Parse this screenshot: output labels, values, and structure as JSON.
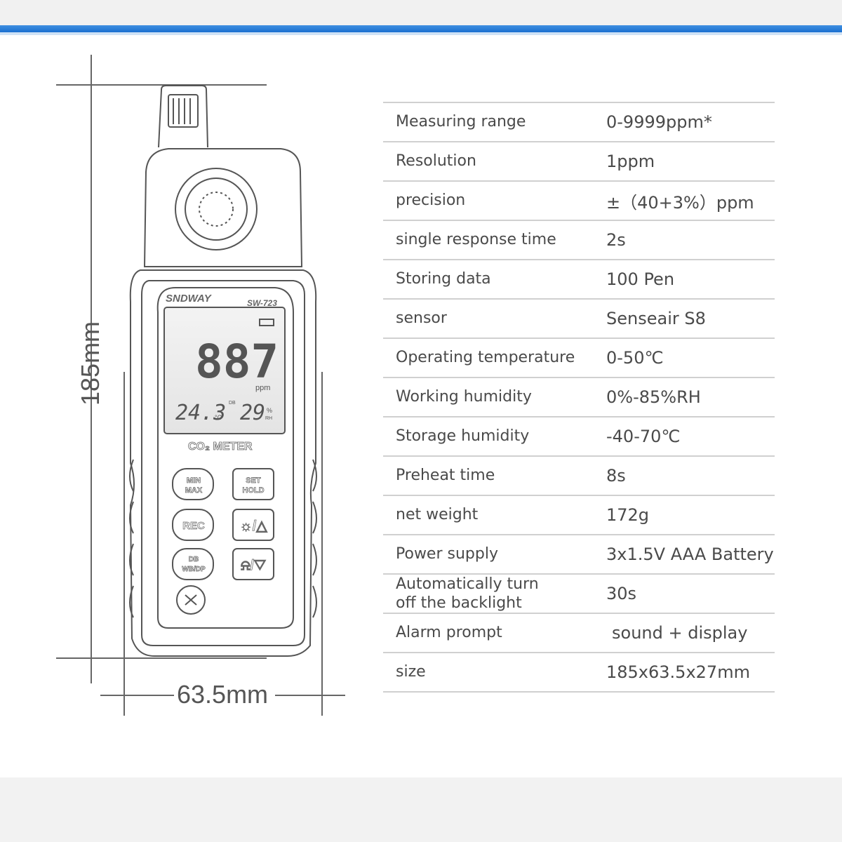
{
  "dimensions": {
    "height_label": "185mm",
    "width_label": "63.5mm"
  },
  "device": {
    "brand": "SNDWAY",
    "model": "SW-723",
    "display_main": "887",
    "display_unit": "ppm",
    "display_temp": "24.3",
    "display_temp_unit": "°C",
    "display_db": "DB",
    "display_hum": "29",
    "display_hum_unit_top": "%",
    "display_hum_unit_bottom": "RH",
    "label": "CO₂ METER",
    "buttons": {
      "min_max_top": "MIN",
      "min_max_bottom": "MAX",
      "set_hold_top": "SET",
      "set_hold_bottom": "HOLD",
      "rec": "REC",
      "light_up": "☼/△",
      "db_top": "DB",
      "db_bottom": "WB/DP",
      "alarm_down": "⍾/▽"
    }
  },
  "specs": [
    {
      "label": "Measuring range",
      "value": "0-9999ppm*"
    },
    {
      "label": "Resolution",
      "value": "1ppm"
    },
    {
      "label": "precision",
      "value": "±（40+3%）ppm"
    },
    {
      "label": "single response time",
      "value": "2s"
    },
    {
      "label": "Storing data",
      "value": "100 Pen"
    },
    {
      "label": "sensor",
      "value": "Senseair S8"
    },
    {
      "label": "Operating temperature",
      "value": "0-50℃"
    },
    {
      "label": "Working humidity",
      "value": "0%-85%RH"
    },
    {
      "label": "Storage humidity",
      "value": "-40-70℃"
    },
    {
      "label": "Preheat time",
      "value": "8s"
    },
    {
      "label": "net weight",
      "value": "172g"
    },
    {
      "label": "Power supply",
      "value": "3x1.5V AAA Battery"
    },
    {
      "label": "Automatically turn off the backlight",
      "value": "30s"
    },
    {
      "label": "Alarm prompt",
      "value": "sound + display"
    },
    {
      "label": "size",
      "value": "185x63.5x27mm"
    }
  ]
}
